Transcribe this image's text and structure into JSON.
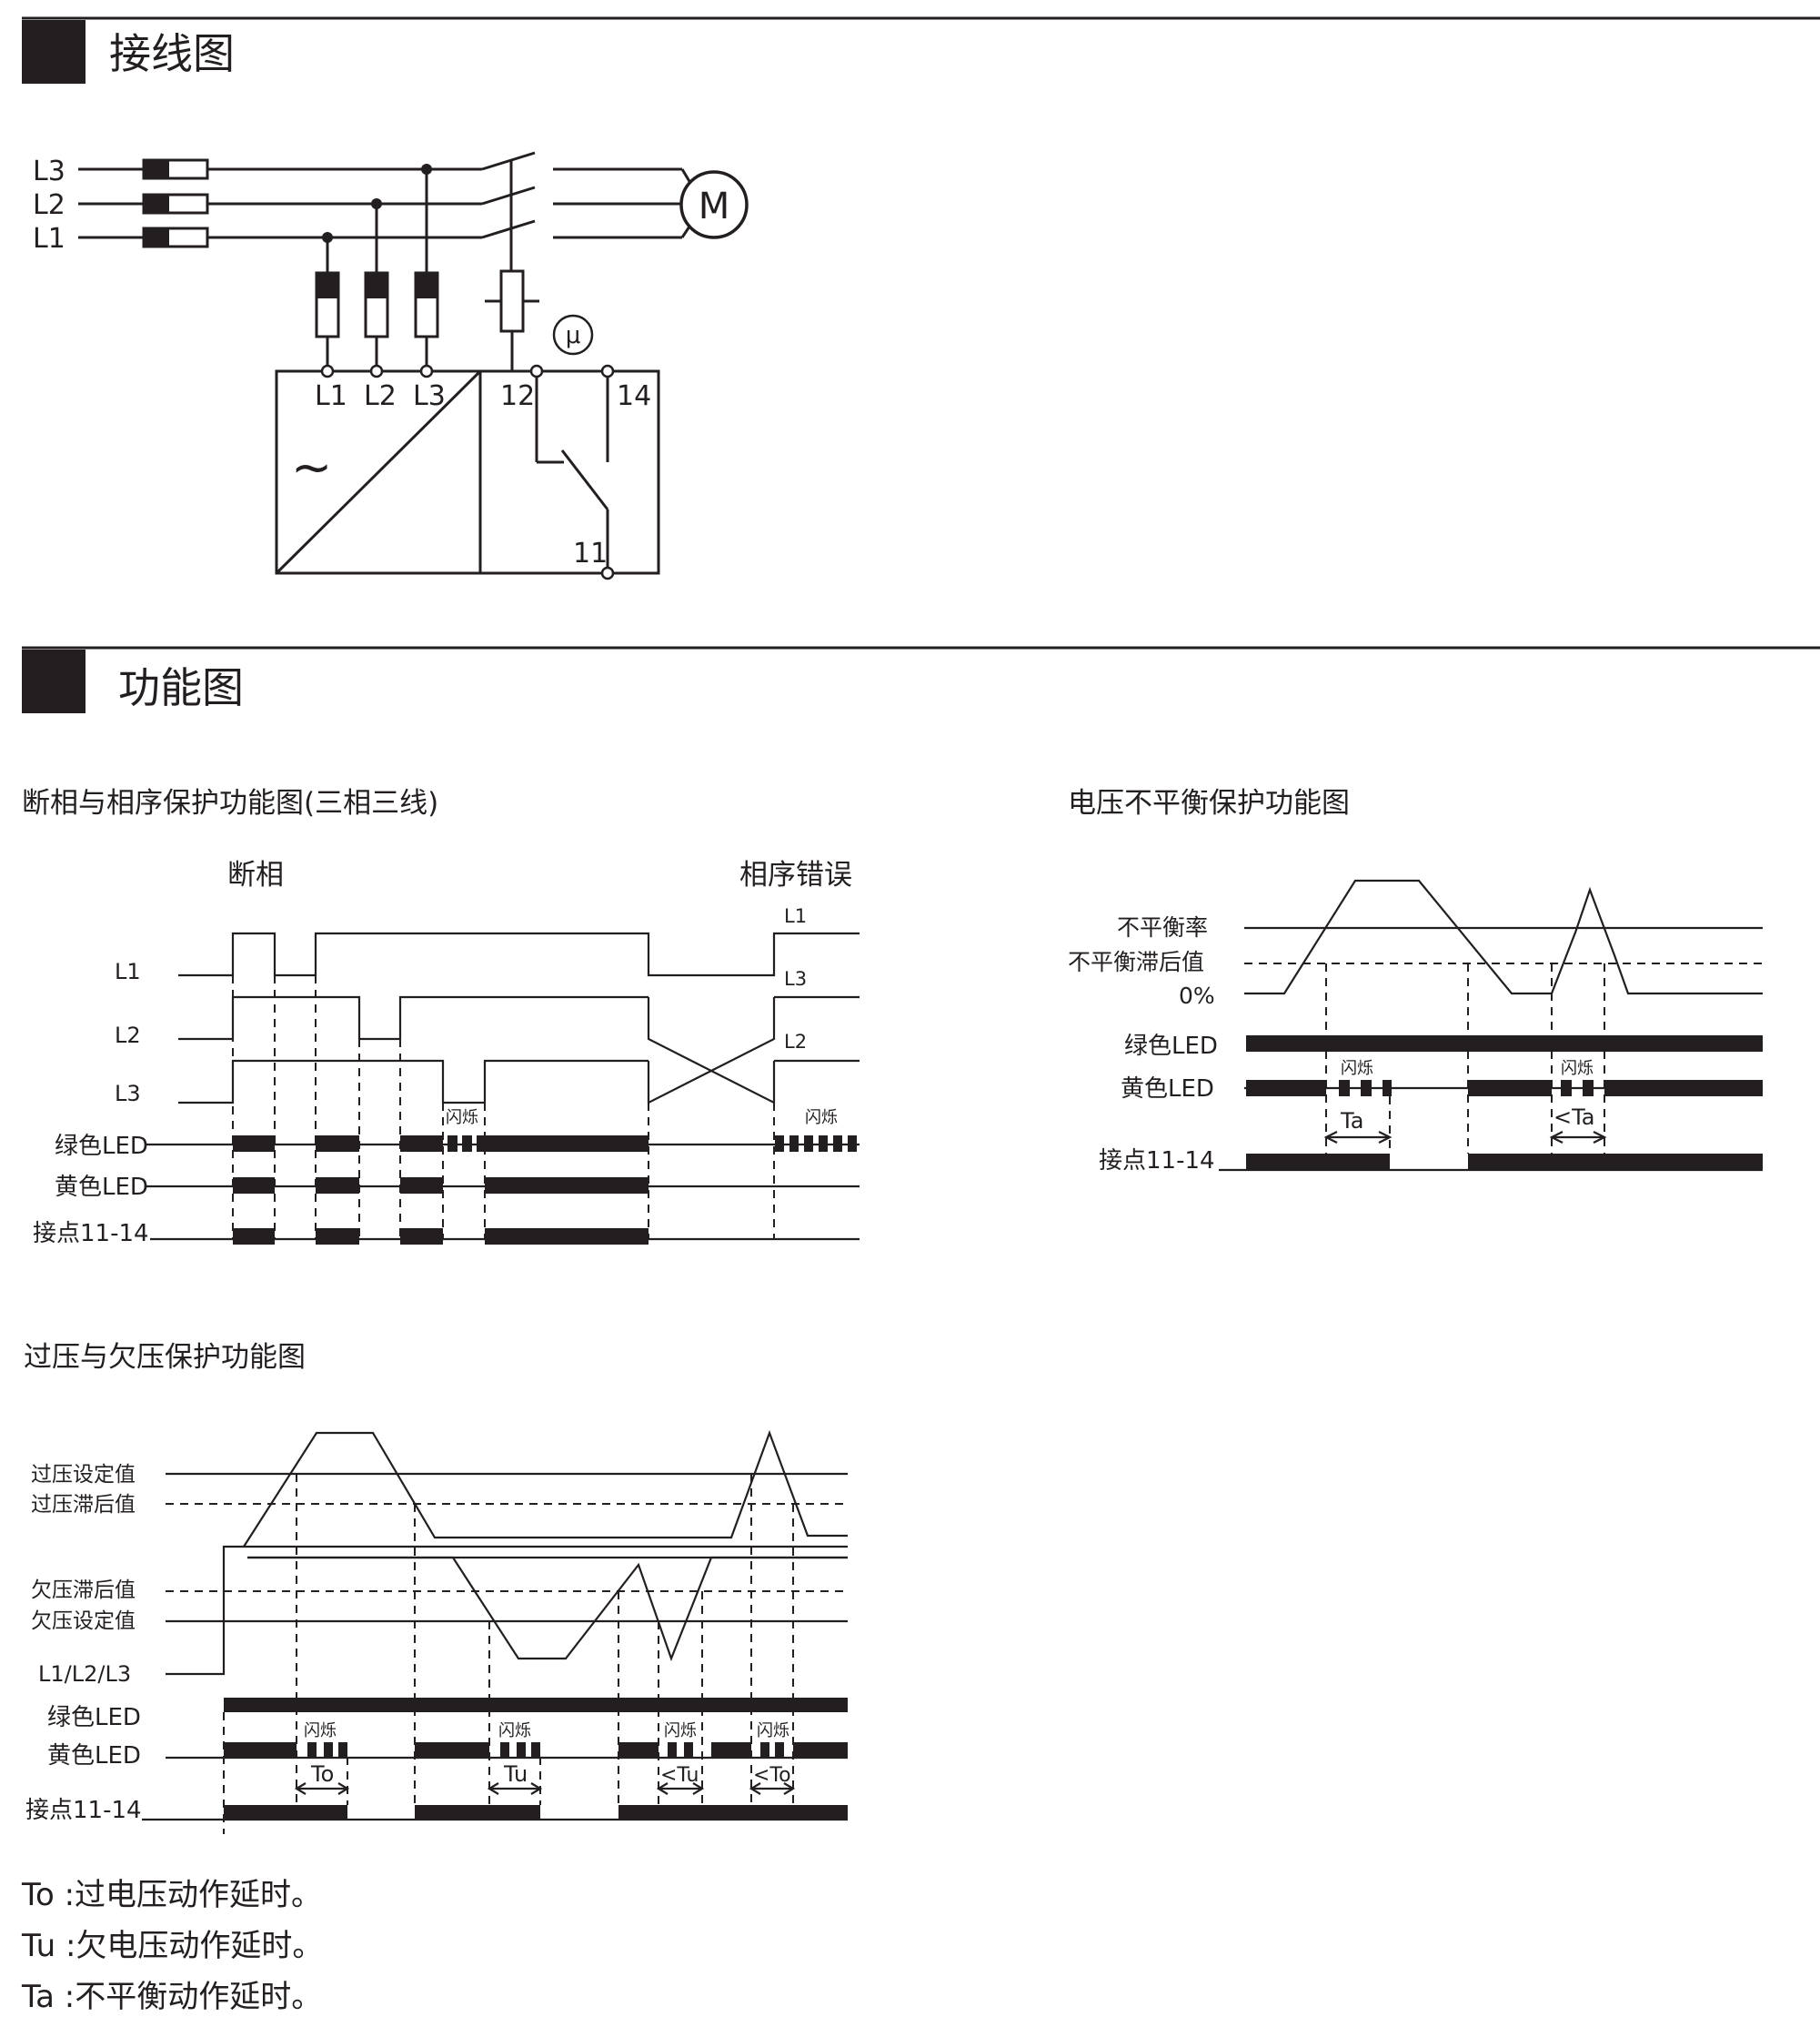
{
  "sections": {
    "wiring_title": "接线图",
    "function_title": "功能图"
  },
  "wiring": {
    "lines": [
      "L3",
      "L2",
      "L1"
    ],
    "motor": "M",
    "terminals": [
      "L1",
      "L2",
      "L3"
    ],
    "relay_terminals": {
      "t12": "12",
      "t14": "14",
      "t11": "11"
    },
    "mu": "μ",
    "tilde": "~"
  },
  "phase_diagram": {
    "title": "断相与相序保护功能图(三相三线)",
    "label_break": "断相",
    "label_sequence": "相序错误",
    "rows": [
      "L1",
      "L2",
      "L3",
      "绿色LED",
      "黄色LED",
      "接点11-14"
    ],
    "right_labels": [
      "L1",
      "L3",
      "L2"
    ],
    "blink": "闪烁"
  },
  "unbalance_diagram": {
    "title": "电压不平衡保护功能图",
    "rows": [
      "不平衡率",
      "不平衡滞后值",
      "0%",
      "绿色LED",
      "黄色LED",
      "接点11-14"
    ],
    "blink": "闪烁",
    "ta": "Ta",
    "lt_ta": "<Ta"
  },
  "voltage_diagram": {
    "title": "过压与欠压保护功能图",
    "rows": [
      "过压设定值",
      "过压滞后值",
      "欠压滞后值",
      "欠压设定值",
      "L1/L2/L3",
      "绿色LED",
      "黄色LED",
      "接点11-14"
    ],
    "blink": "闪烁",
    "to": "To",
    "tu": "Tu",
    "lt_tu": "<Tu",
    "lt_to": "<To"
  },
  "notes": [
    "To :过电压动作延时。",
    "Tu :欠电压动作延时。",
    "Ta :不平衡动作延时。"
  ],
  "colors": {
    "ink": "#231f20",
    "background": "#ffffff"
  }
}
